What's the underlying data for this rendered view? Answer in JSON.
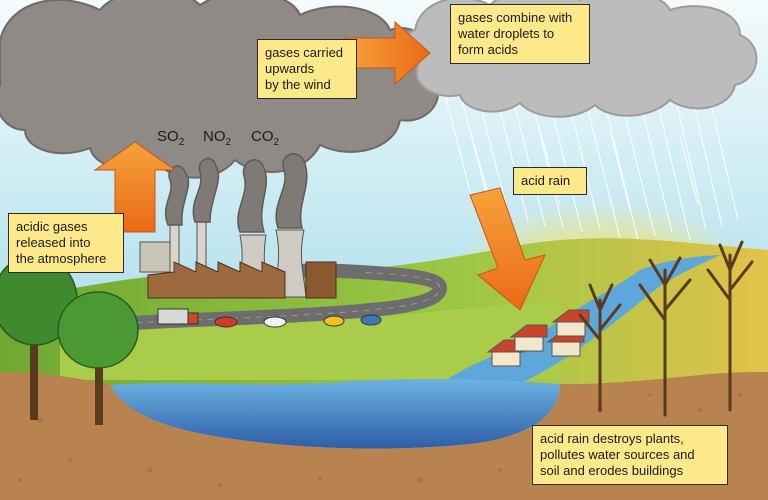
{
  "labels": {
    "released": "acidic gases\nreleased into\nthe atmosphere",
    "carried": "gases carried\nupwards\nby the wind",
    "combine": "gases combine with\nwater droplets to\nform acids",
    "rain": "acid rain",
    "destroys": "acid rain destroys plants,\npollutes water sources and\nsoil and erodes buildings"
  },
  "gases": [
    {
      "base": "SO",
      "sub": "2"
    },
    {
      "base": "NO",
      "sub": "2"
    },
    {
      "base": "CO",
      "sub": "2"
    }
  ],
  "colors": {
    "sky": "#9fd6e8",
    "cloud": "#8f8a86",
    "arrow": "#f28a1e",
    "callout": "#fde98a",
    "grass": "#8dbb3c",
    "water": "#3f84c5",
    "soil": "#b8834f"
  }
}
